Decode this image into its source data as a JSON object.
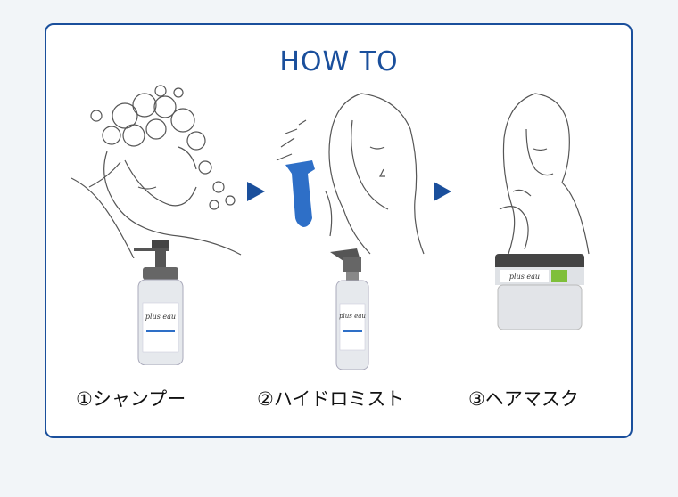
{
  "title": "HOW TO",
  "steps": [
    {
      "label": "①シャンプー",
      "product_brand": "plus eau"
    },
    {
      "label": "②ハイドロミスト",
      "product_brand": "plus eau"
    },
    {
      "label": "③ヘアマスク",
      "product_brand": "plus eau"
    }
  ],
  "colors": {
    "accent": "#1a4f9c",
    "background": "#f2f5f8",
    "card": "#ffffff",
    "text": "#111111"
  },
  "icons": [
    "arrow-right-icon",
    "arrow-right-icon"
  ]
}
